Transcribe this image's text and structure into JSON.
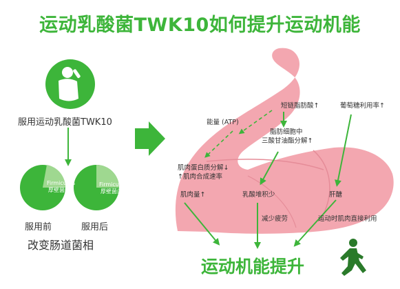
{
  "header": {
    "title": "运动乳酸菌TWK10如何提升运动机能"
  },
  "left_panel": {
    "intake_label": "服用运动乳酸菌TWK10",
    "pie_labels": {
      "firmicutes": "Firmicutes",
      "firmicutes_cn": "厚壁菌门"
    },
    "before_label": "服用前",
    "after_label": "服用后",
    "change_label": "改变肠道菌相"
  },
  "muscle_panel": {
    "energy_label": "能量 (ATP)",
    "short_chain_label": "短链脂肪酸↑",
    "glucose_label": "葡萄糖利用率↑",
    "fat_cell_line1": "脂肪细胞中",
    "fat_cell_line2": "三酸甘油酯分解↑",
    "protein_line1": "肌肉蛋白质分解↓",
    "protein_line2": "↑肌肉合成速率",
    "muscle_mass_label": "肌肉量↑",
    "lactate_label": "乳酸堆积少",
    "glycogen_label": "肝醣",
    "fatigue_label": "减少疲劳",
    "direct_use_label": "运动时肌肉直接利用"
  },
  "footer": {
    "result_label": "运动机能提升"
  },
  "colors": {
    "green": "#3db53a",
    "pink": "#f3a7b0",
    "dark_green": "#2a7a2a"
  }
}
